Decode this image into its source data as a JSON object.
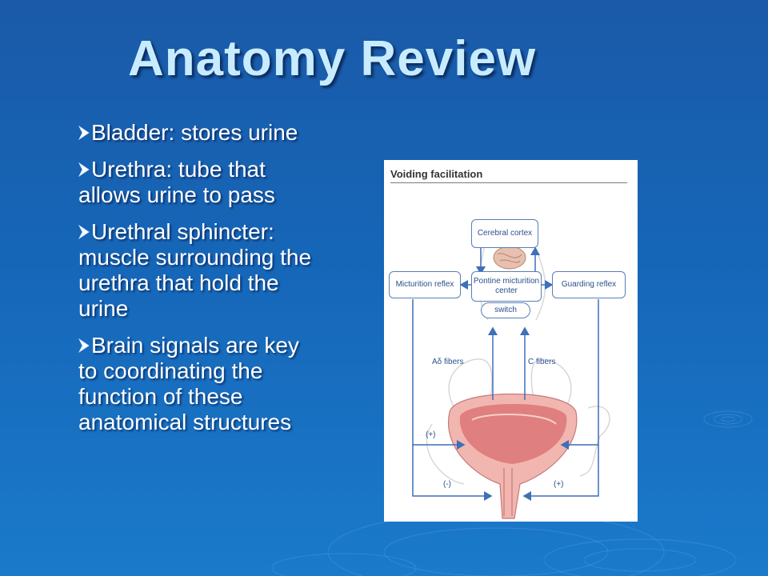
{
  "slide": {
    "title": "Anatomy Review",
    "bullets": [
      "Bladder: stores urine",
      "Urethra: tube that allows urine to pass",
      "Urethral sphincter: muscle surrounding the urethra that hold the urine",
      "Brain signals are key to coordinating the function of these anatomical structures"
    ]
  },
  "figure": {
    "title": "Voiding facilitation",
    "boxes": {
      "cerebral_cortex": "Cerebral cortex",
      "pmc": "Pontine micturition center",
      "switch": "switch",
      "micturition_reflex": "Micturition reflex",
      "guarding_reflex": "Guarding reflex"
    },
    "labels": {
      "a_delta": "Aδ fibers",
      "c_fibers": "C fibers",
      "plus_left": "(+)",
      "minus": "(-)",
      "plus_right": "(+)"
    }
  },
  "colors": {
    "background": "#1666b8",
    "title": "#c8ecff",
    "bullet_text": "#ffffff",
    "diagram_line": "#3f6fb8",
    "bladder": "#e59a9a"
  }
}
